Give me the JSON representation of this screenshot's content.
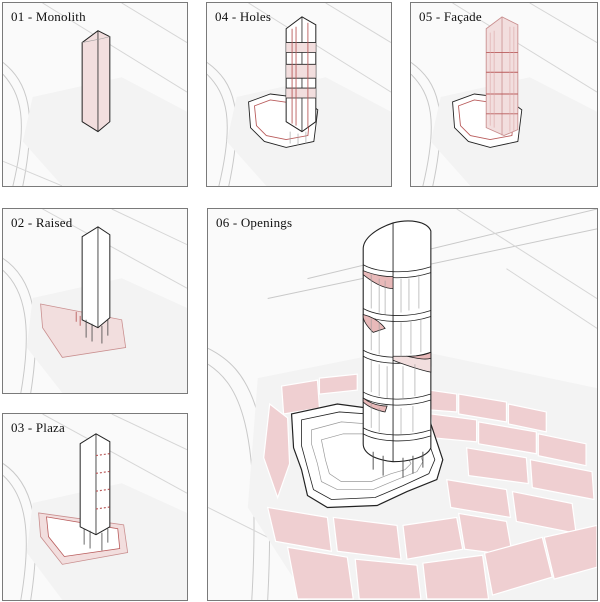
{
  "panels": {
    "p01": {
      "label": "01 - Monolith"
    },
    "p04": {
      "label": "04 - Holes"
    },
    "p05": {
      "label": "05 - Façade"
    },
    "p02": {
      "label": "02 - Raised"
    },
    "p06": {
      "label": "06 - Openings"
    },
    "p03": {
      "label": "03 - Plaza"
    }
  },
  "colors": {
    "accent": "#e8b9b9",
    "accent_light": "#f2dede",
    "outline": "#222222",
    "road": "#c9c9c9"
  }
}
